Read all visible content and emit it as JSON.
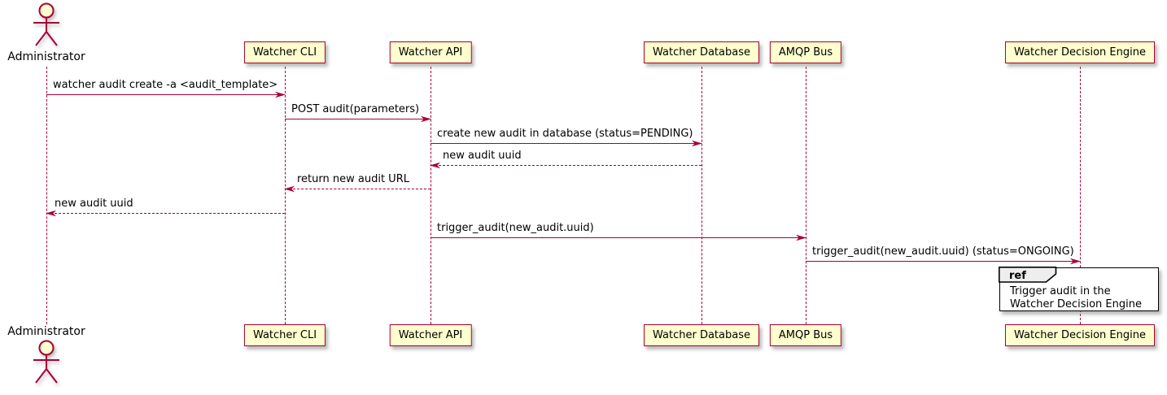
{
  "colors": {
    "accent": "#A80036",
    "participant_fill": "#FEFECE",
    "ref_header_fill": "#EEEEEE",
    "ref_border": "#000000",
    "background": "#FFFFFF"
  },
  "actor": {
    "label": "Administrator"
  },
  "participants": [
    {
      "label": "Watcher CLI"
    },
    {
      "label": "Watcher API"
    },
    {
      "label": "Watcher Database"
    },
    {
      "label": "AMQP Bus"
    },
    {
      "label": "Watcher Decision Engine"
    }
  ],
  "messages": [
    {
      "from": "Administrator",
      "to": "Watcher CLI",
      "label": "watcher audit create -a <audit_template>",
      "style": "solid"
    },
    {
      "from": "Watcher CLI",
      "to": "Watcher API",
      "label": "POST audit(parameters)",
      "style": "solid"
    },
    {
      "from": "Watcher API",
      "to": "Watcher Database",
      "label": "create new audit in database (status=PENDING)",
      "style": "solid"
    },
    {
      "from": "Watcher Database",
      "to": "Watcher API",
      "label": "new audit uuid",
      "style": "dashed"
    },
    {
      "from": "Watcher API",
      "to": "Watcher CLI",
      "label": "return new audit URL",
      "style": "dashed"
    },
    {
      "from": "Watcher CLI",
      "to": "Administrator",
      "label": "new audit uuid",
      "style": "dashed"
    },
    {
      "from": "Watcher API",
      "to": "AMQP Bus",
      "label": "trigger_audit(new_audit.uuid)",
      "style": "solid"
    },
    {
      "from": "AMQP Bus",
      "to": "Watcher Decision Engine",
      "label": "trigger_audit(new_audit.uuid) (status=ONGOING)",
      "style": "solid"
    }
  ],
  "ref": {
    "keyword": "ref",
    "text_lines": [
      "Trigger audit in the",
      "Watcher Decision Engine"
    ]
  }
}
